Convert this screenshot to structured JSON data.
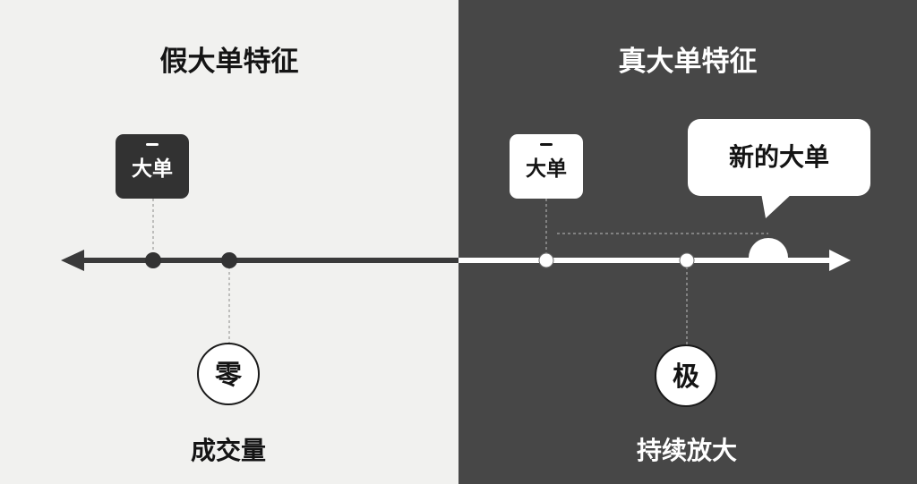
{
  "left_panel": {
    "title": "假大单特征",
    "tag_text": "大单",
    "circle_char": "零",
    "caption": "成交量"
  },
  "right_panel": {
    "title": "真大单特征",
    "tag_text": "大单",
    "bubble_text": "新的大单",
    "circle_char": "极",
    "caption": "持续放大"
  },
  "colors": {
    "left_background": "#f1f1ef",
    "right_background": "#474747",
    "dark": "#323232",
    "light": "#ffffff"
  }
}
